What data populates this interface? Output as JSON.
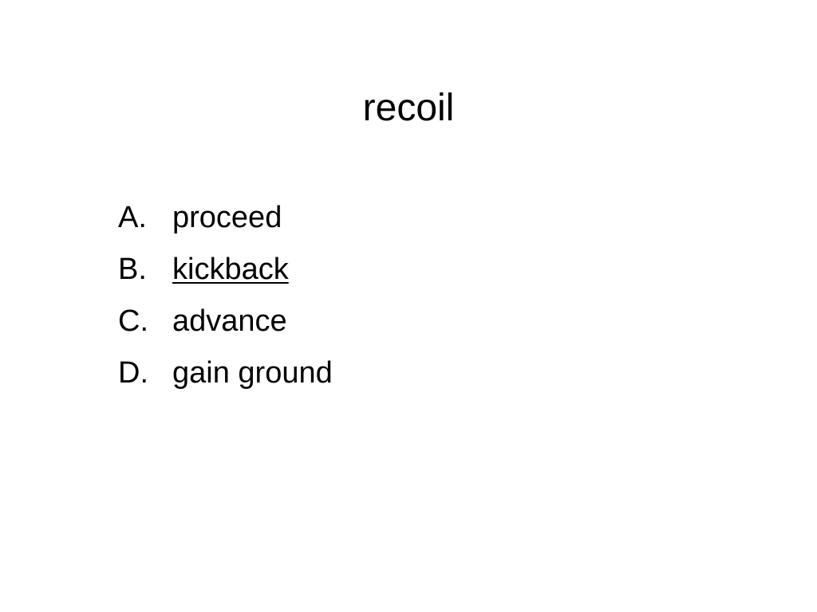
{
  "slide": {
    "title": "recoil",
    "options": [
      {
        "letter": "A.",
        "text": "proceed",
        "underlined": false
      },
      {
        "letter": "B.",
        "text": "kickback",
        "underlined": true
      },
      {
        "letter": "C.",
        "text": "advance",
        "underlined": false
      },
      {
        "letter": "D.",
        "text": "gain ground",
        "underlined": false
      }
    ]
  }
}
